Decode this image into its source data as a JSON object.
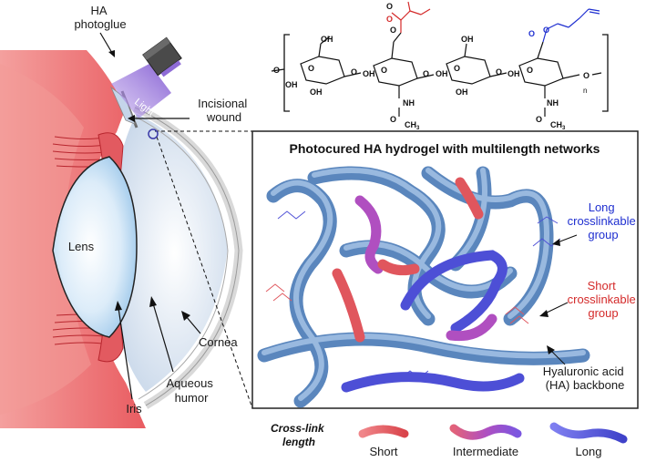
{
  "eye": {
    "ha_photoglue": [
      "HA",
      "photoglue"
    ],
    "light": "Light",
    "incisional_wound": [
      "Incisional",
      "wound"
    ],
    "lens": "Lens",
    "iris": "Iris",
    "aqueous_humor": [
      "Aqueous",
      "humor"
    ],
    "cornea": "Cornea"
  },
  "chemistry": {
    "oh": "OH",
    "o": "O",
    "nh": "NH",
    "ch3": "CH",
    "ch3_sub": "3",
    "n": "n",
    "methyl": "○"
  },
  "hydrogel": {
    "title": "Photocured HA hydrogel with multilength networks",
    "long_group": [
      "Long",
      "crosslinkable",
      "group"
    ],
    "short_group": [
      "Short",
      "crosslinkable",
      "group"
    ],
    "backbone": [
      "Hyaluronic acid",
      "(HA) backbone"
    ]
  },
  "legend": {
    "title": [
      "Cross-link",
      "length"
    ],
    "short": "Short",
    "intermediate": "Intermediate",
    "long": "Long"
  },
  "colors": {
    "short": "#e0565d",
    "intermediate": "#b04fc0",
    "long": "#4d4fd6",
    "backbone": "#7ea7d3",
    "tissue": "#e8666b",
    "long_text": "#1f2fd0",
    "short_text": "#d42a2a",
    "light": "#8b6bd8"
  }
}
